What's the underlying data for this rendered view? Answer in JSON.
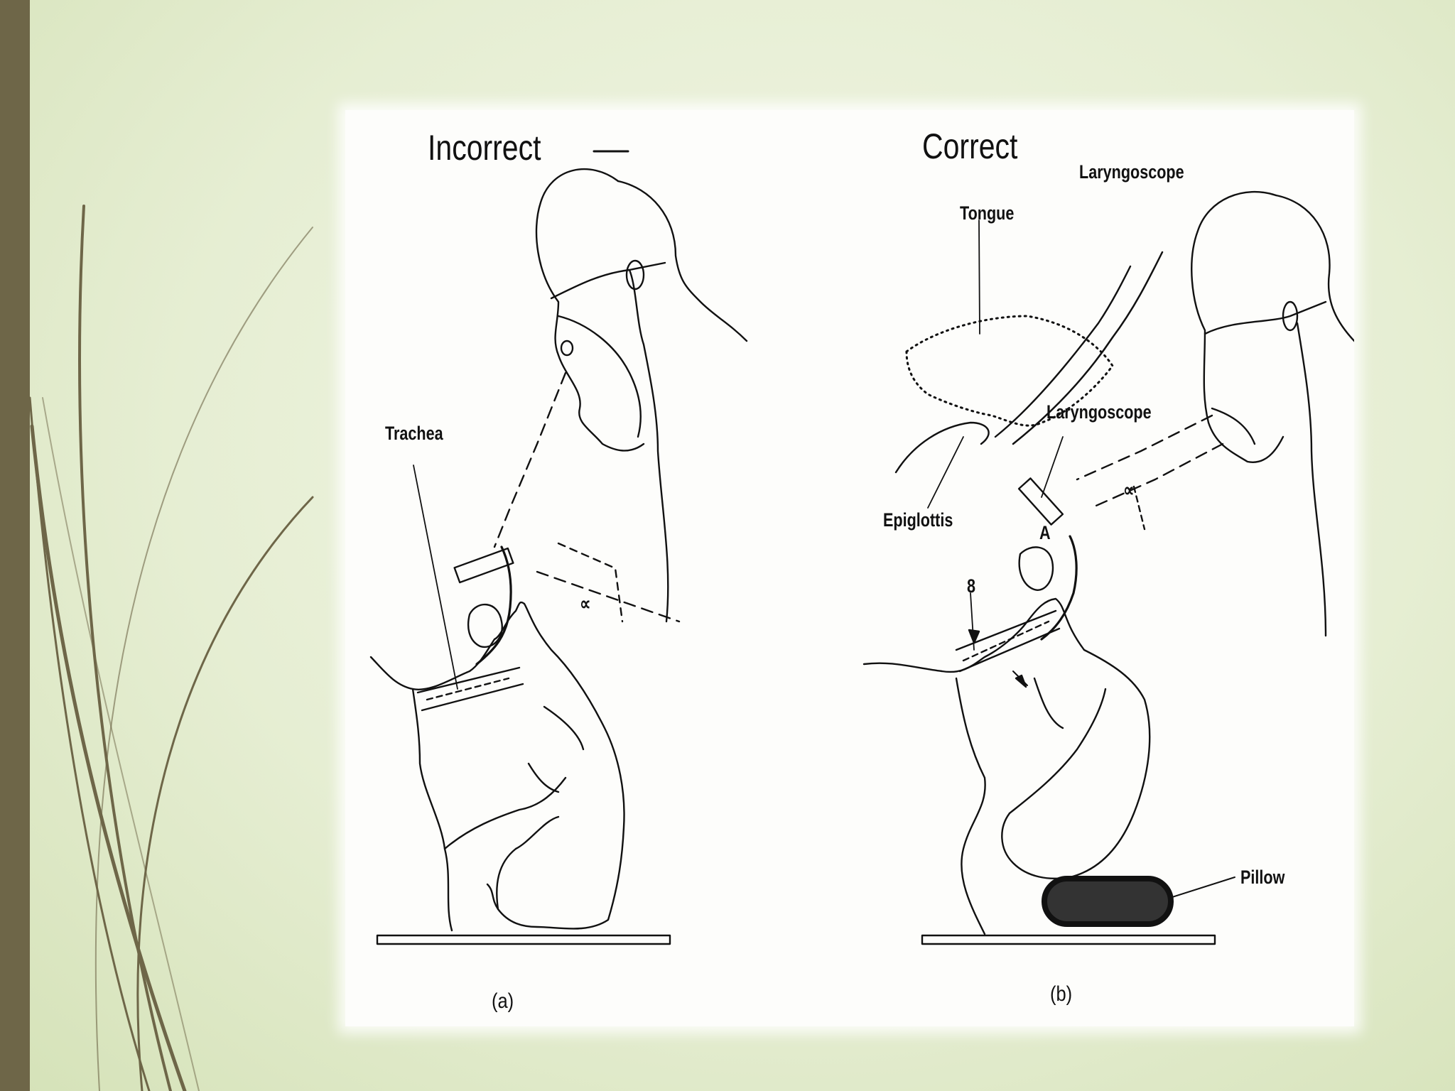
{
  "labels": {
    "incorrect_title": "Incorrect",
    "correct_title": "Correct",
    "trachea": "Trachea",
    "tongue": "Tongue",
    "laryngoscope_top": "Laryngoscope",
    "laryngoscope_mid": "Laryngoscope",
    "epiglottis": "Epiglottis",
    "pillow": "Pillow",
    "marker_a": "A",
    "marker_b": "8",
    "angle_left": "∝",
    "angle_right": "∝",
    "caption_a": "(a)",
    "caption_b": "(b)"
  },
  "colors": {
    "sidebar": "#6e6648",
    "line": "#111111",
    "decor_stroke": "#6e6648"
  }
}
